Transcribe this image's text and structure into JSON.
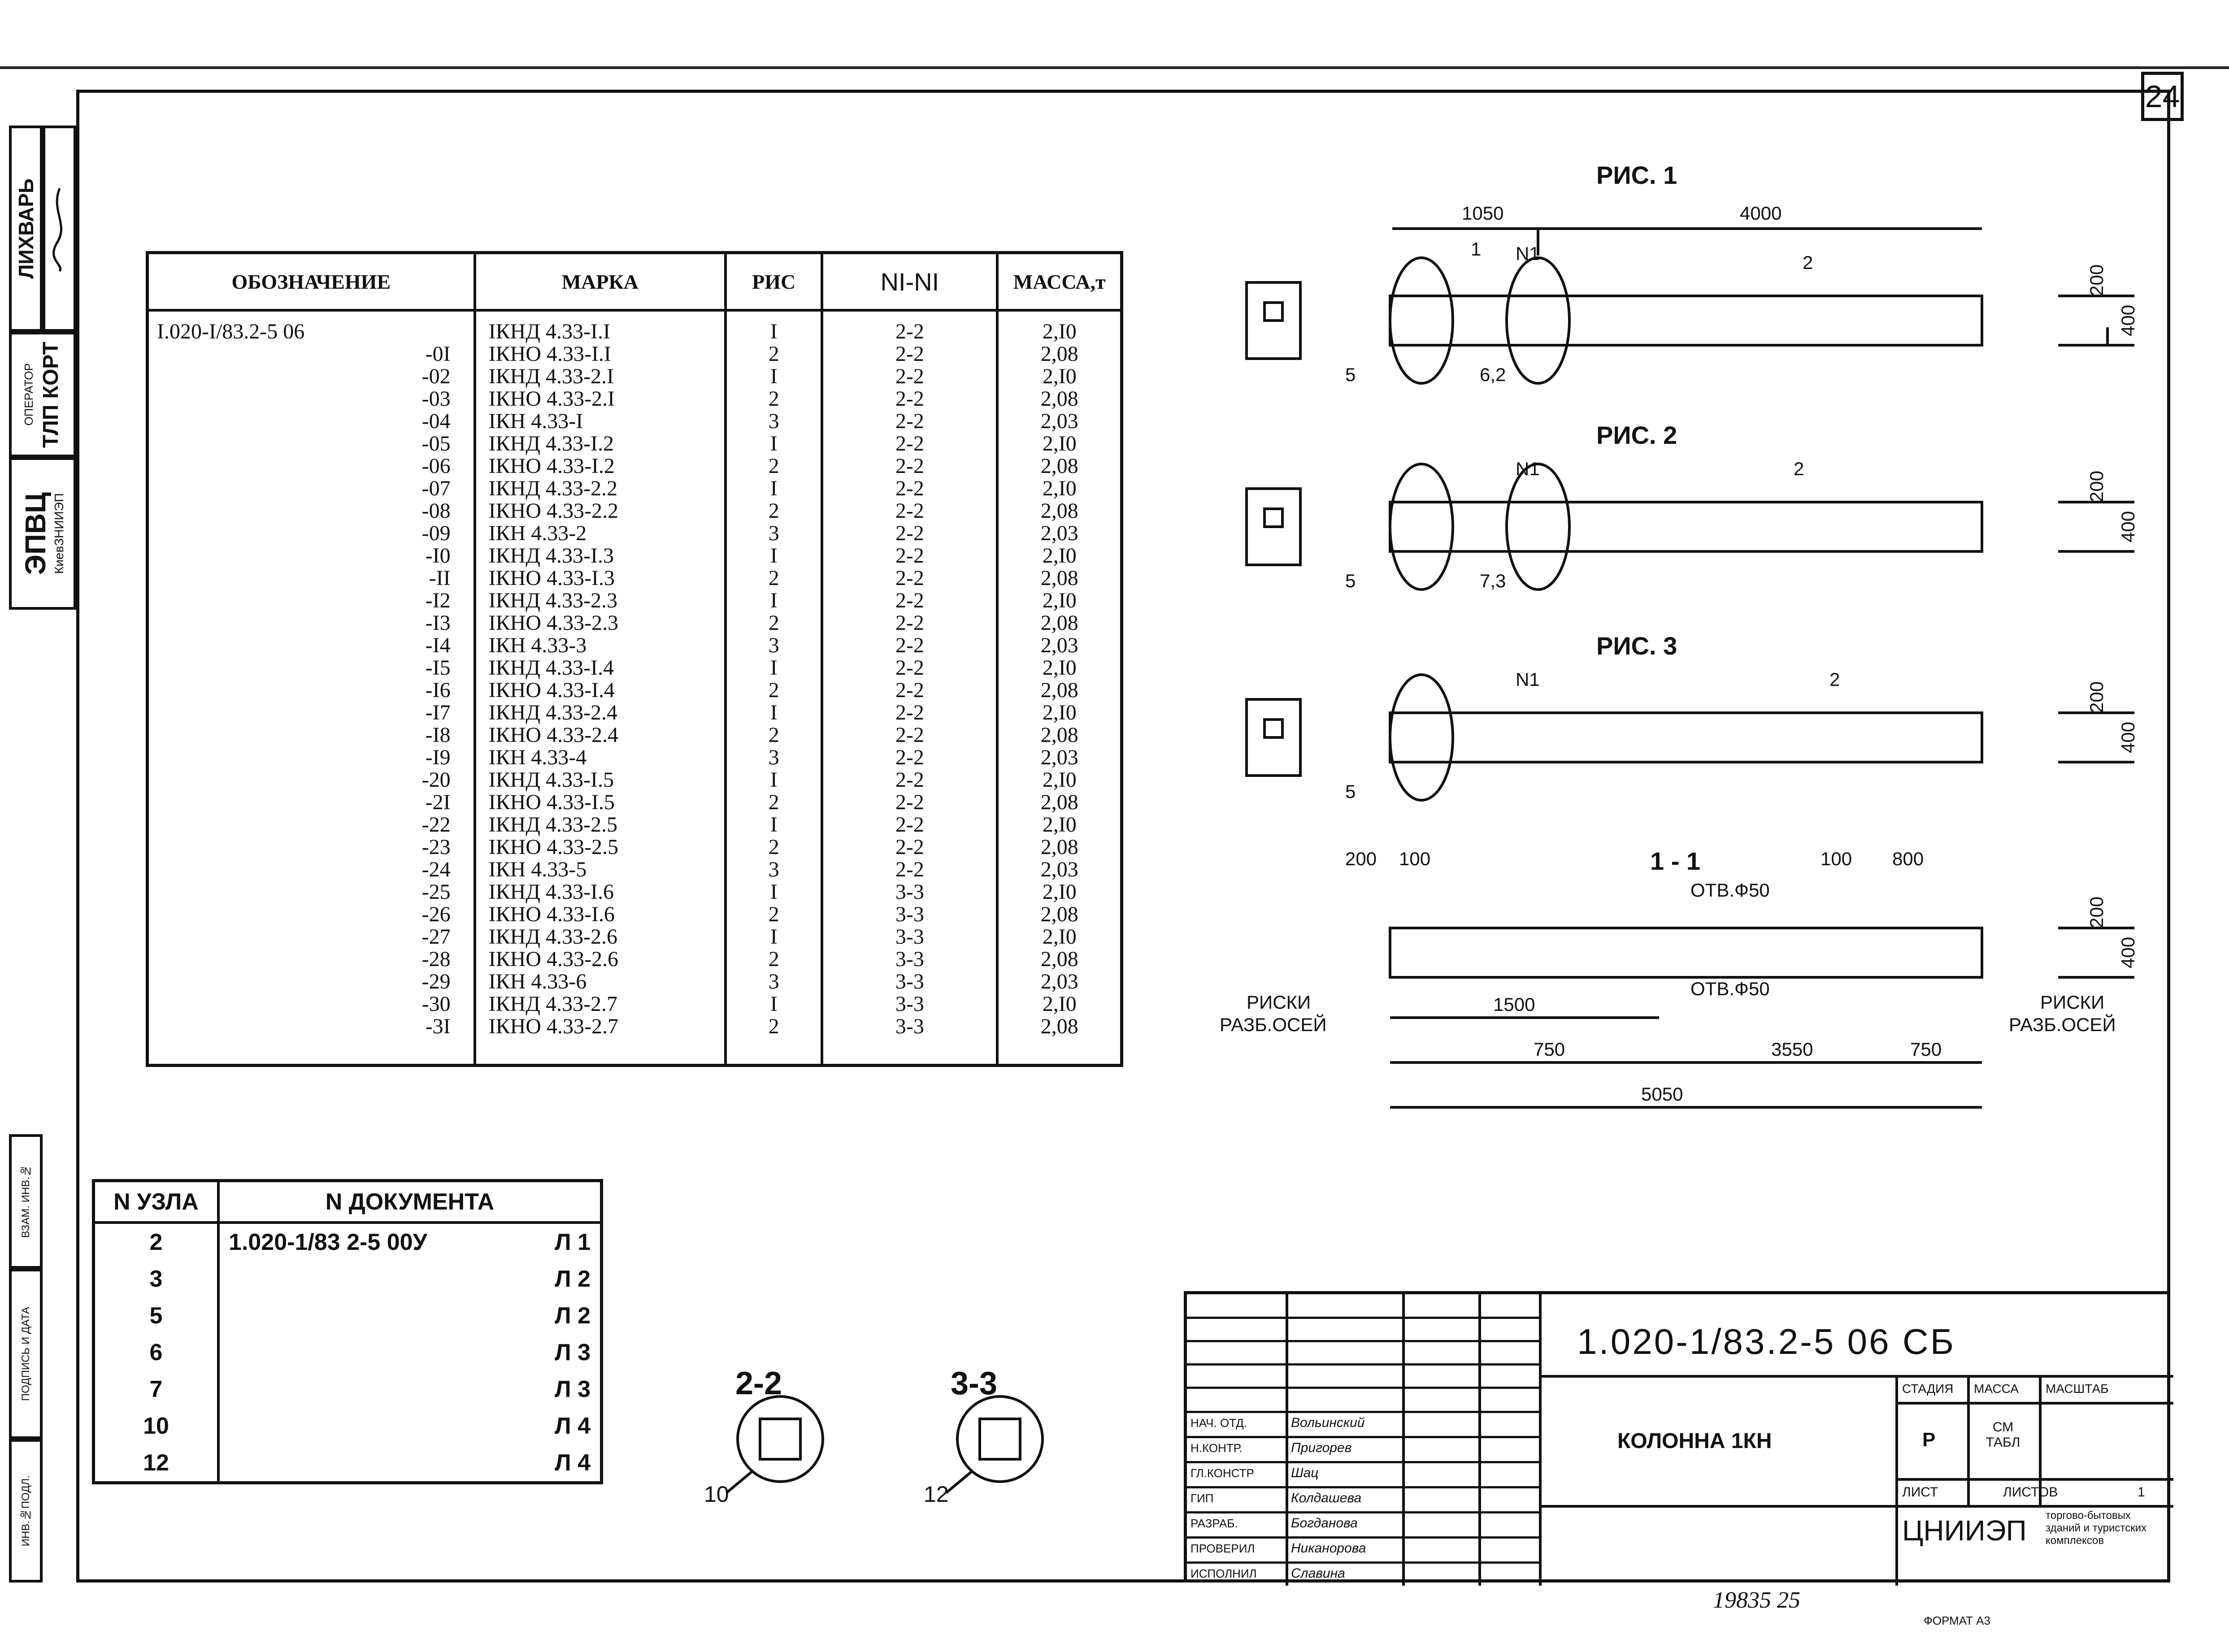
{
  "sheet": {
    "page_number": "24",
    "format": "ФОРМАТ А3",
    "handwritten_no": "19835  25"
  },
  "side_stamp": {
    "org1": "ЭПВЦ",
    "org1_sub": "КиевЗНИИЭП",
    "operator_label": "ОПЕРАТОР",
    "operator_value": "ТЛП КОРТ",
    "name": "ЛИХВАРЬ",
    "labels": [
      "ВЗАМ. ИНВ.№",
      "ПОДПИСЬ И ДАТА",
      "ИНВ.№ПОДЛ."
    ]
  },
  "marks_table": {
    "headers": [
      "ОБОЗНАЧЕНИЕ",
      "МАРКА",
      "РИС",
      "NI-NI",
      "МАССА,т"
    ],
    "designation_base": "I.020-I/83.2-5 06",
    "suffixes": [
      "-0I",
      "-02",
      "-03",
      "-04",
      "-05",
      "-06",
      "-07",
      "-08",
      "-09",
      "-I0",
      "-II",
      "-I2",
      "-I3",
      "-I4",
      "-I5",
      "-I6",
      "-I7",
      "-I8",
      "-I9",
      "-20",
      "-2I",
      "-22",
      "-23",
      "-24",
      "-25",
      "-26",
      "-27",
      "-28",
      "-29",
      "-30",
      "-3I"
    ],
    "marks": [
      "IКНД 4.33-I.I",
      "IКНО 4.33-I.I",
      "IКНД 4.33-2.I",
      "IКНО 4.33-2.I",
      "IКН 4.33-I",
      "IКНД 4.33-I.2",
      "IКНО 4.33-I.2",
      "IКНД 4.33-2.2",
      "IКНО 4.33-2.2",
      "IКН 4.33-2",
      "IКНД 4.33-I.3",
      "IКНО 4.33-I.3",
      "IКНД 4.33-2.3",
      "IКНО 4.33-2.3",
      "IКН 4.33-3",
      "IКНД 4.33-I.4",
      "IКНО 4.33-I.4",
      "IКНД 4.33-2.4",
      "IКНО 4.33-2.4",
      "IКН 4.33-4",
      "IКНД 4.33-I.5",
      "IКНО 4.33-I.5",
      "IКНД 4.33-2.5",
      "IКНО 4.33-2.5",
      "IКН 4.33-5",
      "IКНД 4.33-I.6",
      "IКНО 4.33-I.6",
      "IКНД 4.33-2.6",
      "IКНО 4.33-2.6",
      "IКН 4.33-6",
      "IКНД 4.33-2.7",
      "IКНО 4.33-2.7"
    ],
    "ris": [
      "I",
      "2",
      "I",
      "2",
      "3",
      "I",
      "2",
      "I",
      "2",
      "3",
      "I",
      "2",
      "I",
      "2",
      "3",
      "I",
      "2",
      "I",
      "2",
      "3",
      "I",
      "2",
      "I",
      "2",
      "3",
      "I",
      "2",
      "I",
      "2",
      "3",
      "I",
      "2"
    ],
    "nodes": [
      "2-2",
      "2-2",
      "2-2",
      "2-2",
      "2-2",
      "2-2",
      "2-2",
      "2-2",
      "2-2",
      "2-2",
      "2-2",
      "2-2",
      "2-2",
      "2-2",
      "2-2",
      "2-2",
      "2-2",
      "2-2",
      "2-2",
      "2-2",
      "2-2",
      "2-2",
      "2-2",
      "2-2",
      "2-2",
      "3-3",
      "3-3",
      "3-3",
      "3-3",
      "3-3",
      "3-3",
      "3-3"
    ],
    "mass": [
      "2,I0",
      "2,08",
      "2,I0",
      "2,08",
      "2,03",
      "2,I0",
      "2,08",
      "2,I0",
      "2,08",
      "2,03",
      "2,I0",
      "2,08",
      "2,I0",
      "2,08",
      "2,03",
      "2,I0",
      "2,08",
      "2,I0",
      "2,08",
      "2,03",
      "2,I0",
      "2,08",
      "2,I0",
      "2,08",
      "2,03",
      "2,I0",
      "2,08",
      "2,I0",
      "2,08",
      "2,03",
      "2,I0",
      "2,08"
    ]
  },
  "nodes_table": {
    "headers": [
      "N УЗЛА",
      "N ДОКУМЕНТА"
    ],
    "rows": [
      {
        "node": "2",
        "doc": "1.020-1/83 2-5 00У",
        "sheet": "Л 1"
      },
      {
        "node": "3",
        "doc": "",
        "sheet": "Л 2"
      },
      {
        "node": "5",
        "doc": "",
        "sheet": "Л 2"
      },
      {
        "node": "6",
        "doc": "",
        "sheet": "Л 3"
      },
      {
        "node": "7",
        "doc": "",
        "sheet": "Л 3"
      },
      {
        "node": "10",
        "doc": "",
        "sheet": "Л 4"
      },
      {
        "node": "12",
        "doc": "",
        "sheet": "Л 4"
      }
    ]
  },
  "drawings": {
    "fig1": "РИС. 1",
    "fig2": "РИС. 2",
    "fig3": "РИС. 3",
    "section": "1 - 1",
    "sec22": "2-2",
    "sec33": "3-3",
    "dims": {
      "d1050": "1050",
      "d4000": "4000",
      "d200": "200",
      "d400": "400",
      "d100": "100",
      "d800": "800",
      "d1500": "1500",
      "d750": "750",
      "d3550": "3550",
      "d5050": "5050"
    },
    "hole_label": "ОТВ.Ф50",
    "risk_label_1": "РИСКИ",
    "risk_label_2": "РАЗБ.ОСЕЙ",
    "callouts": {
      "n1": "N1",
      "c1": "1",
      "c2": "2",
      "c5": "5",
      "c62": "6,2",
      "c73": "7,3",
      "c10": "10",
      "c12": "12"
    }
  },
  "title_block": {
    "code": "1.020-1/83.2-5 06 СБ",
    "name": "КОЛОННА 1КН",
    "roles": [
      "НАЧ. ОТД.",
      "Н.КОНТР.",
      "ГЛ.КОНСТР",
      "ГИП",
      "РАЗРАБ.",
      "ПРОВЕРИЛ",
      "ИСПОЛНИЛ"
    ],
    "persons": [
      "Вольинский",
      "Пригорев",
      "Шац",
      "Колдашева",
      "Богданова",
      "Никанорова",
      "Славина"
    ],
    "stage_label": "СТАДИЯ",
    "mass_label": "МАССА",
    "scale_label": "МАСШТАБ",
    "stage": "Р",
    "mass": "СМ ТАБЛ",
    "sheet_label": "ЛИСТ",
    "sheets_label": "ЛИСТОВ",
    "sheets": "1",
    "org": "ЦНИИЭП",
    "org_sub": "торгово-бытовых зданий и туристских комплексов"
  }
}
